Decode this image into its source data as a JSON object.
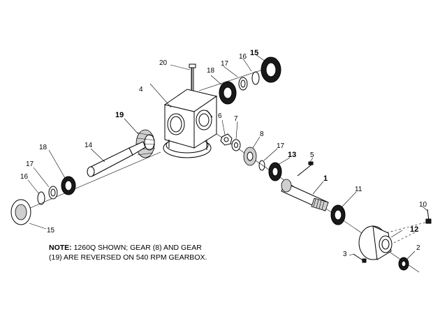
{
  "labels": {
    "p1": "1",
    "p2": "2",
    "p3": "3",
    "p4": "4",
    "p5": "5",
    "p6": "6",
    "p7": "7",
    "p8": "8",
    "p10": "10",
    "p11": "11",
    "p12": "12",
    "p13": "13",
    "p14": "14",
    "p15_top": "15",
    "p15_left": "15",
    "p16_top": "16",
    "p16_left": "16",
    "p17_top": "17",
    "p17_mid": "17",
    "p17_left": "17",
    "p18_top": "18",
    "p18_left": "18",
    "p19": "19",
    "p20": "20"
  },
  "note": {
    "prefix": "NOTE:",
    "line1": " 1260Q SHOWN; GEAR (8) AND GEAR",
    "line2": "(19) ARE REVERSED ON 540 RPM GEARBOX."
  }
}
